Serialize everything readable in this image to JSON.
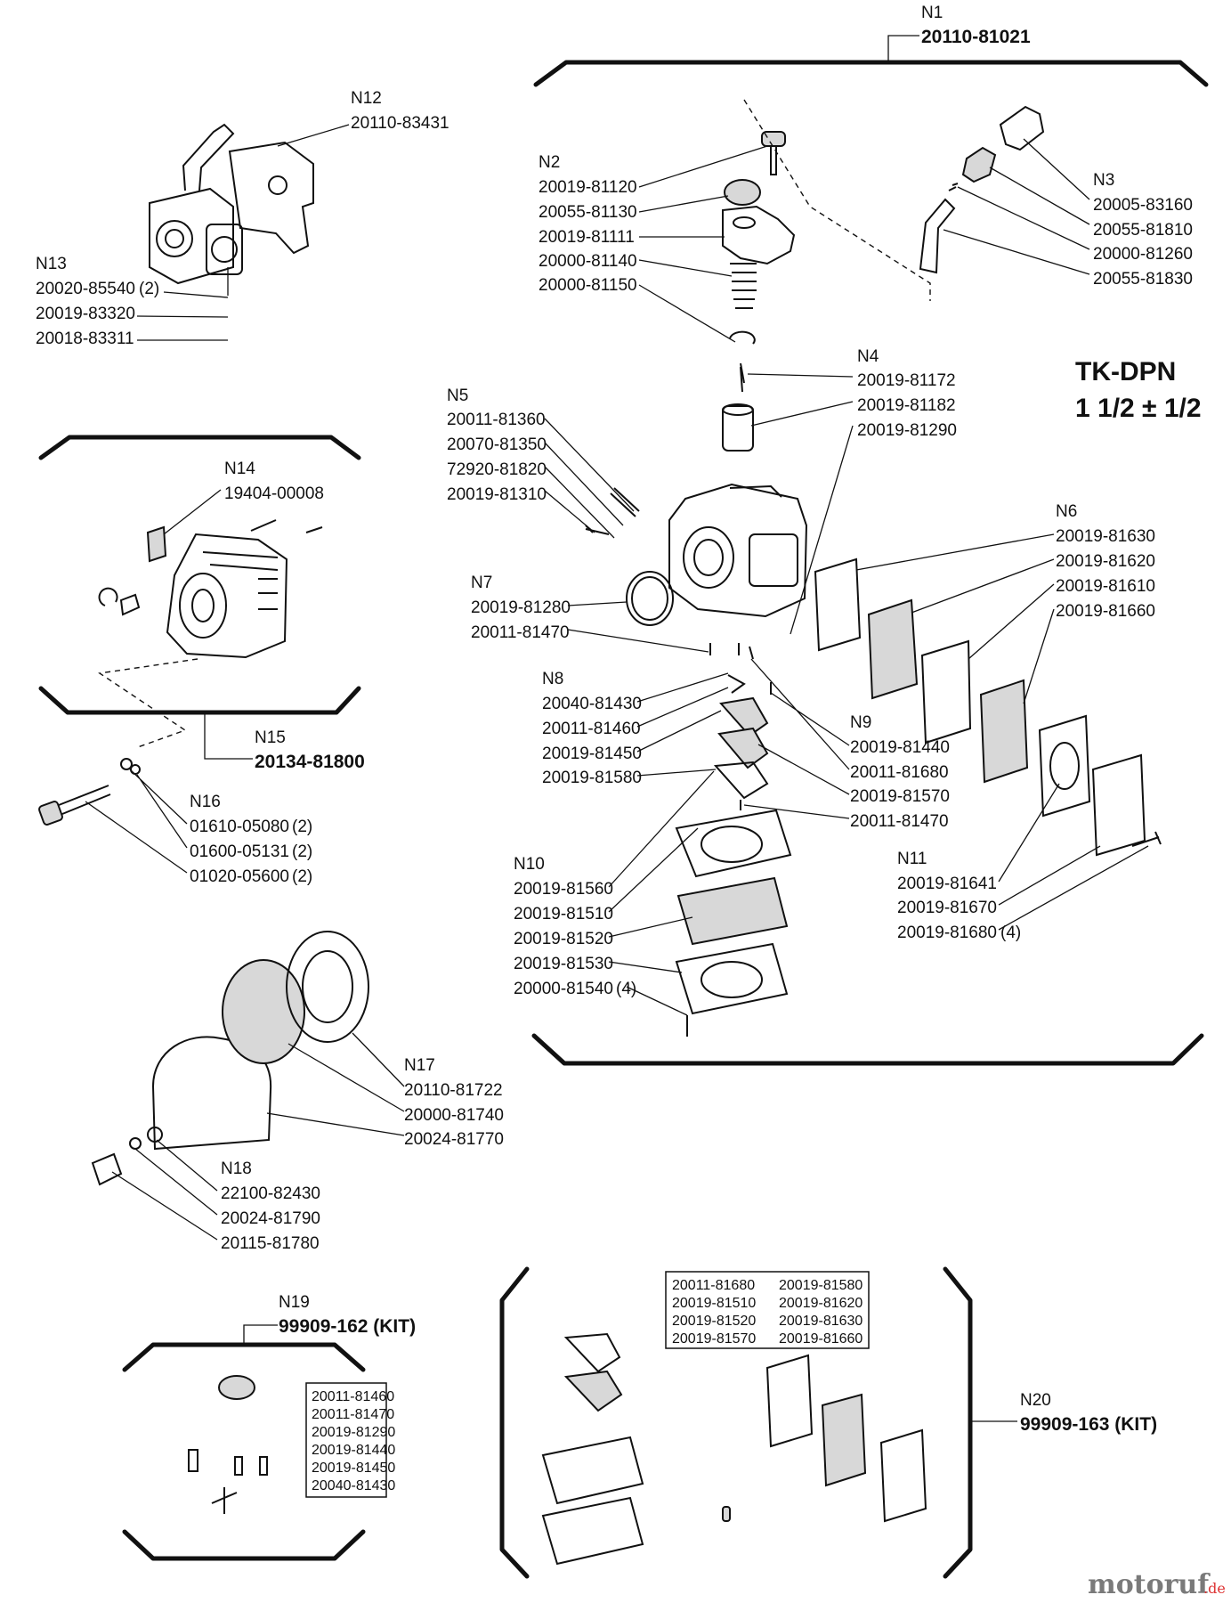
{
  "model": {
    "line1": "TK-DPN",
    "line2": "1 1/2 ± 1/2"
  },
  "watermark": {
    "text": "motoruf",
    "suffix": ".de"
  },
  "groups": {
    "N1": {
      "tag": "N1",
      "parts": [
        "20110-81021"
      ]
    },
    "N2": {
      "tag": "N2",
      "parts": [
        "20019-81120",
        "20055-81130",
        "20019-81111",
        "20000-81140",
        "20000-81150"
      ]
    },
    "N3": {
      "tag": "N3",
      "parts": [
        "20005-83160",
        "20055-81810",
        "20000-81260",
        "20055-81830"
      ]
    },
    "N4": {
      "tag": "N4",
      "parts": [
        "20019-81172",
        "20019-81182",
        "20019-81290"
      ]
    },
    "N5": {
      "tag": "N5",
      "parts": [
        "20011-81360",
        "20070-81350",
        "72920-81820",
        "20019-81310"
      ]
    },
    "N6": {
      "tag": "N6",
      "parts": [
        "20019-81630",
        "20019-81620",
        "20019-81610",
        "20019-81660"
      ]
    },
    "N7": {
      "tag": "N7",
      "parts": [
        "20019-81280",
        "20011-81470"
      ]
    },
    "N8": {
      "tag": "N8",
      "parts": [
        "20040-81430",
        "20011-81460",
        "20019-81450",
        "20019-81580"
      ]
    },
    "N9": {
      "tag": "N9",
      "parts": [
        "20019-81440",
        "20011-81680",
        "20019-81570",
        "20011-81470"
      ]
    },
    "N10": {
      "tag": "N10",
      "parts": [
        "20019-81560",
        "20019-81510",
        "20019-81520",
        "20019-81530",
        "20000-81540"
      ],
      "qty": [
        "",
        "",
        "",
        "",
        "(4)"
      ]
    },
    "N11": {
      "tag": "N11",
      "parts": [
        "20019-81641",
        "20019-81670",
        "20019-81680"
      ],
      "qty": [
        "",
        "",
        "(4)"
      ]
    },
    "N12": {
      "tag": "N12",
      "parts": [
        "20110-83431"
      ]
    },
    "N13": {
      "tag": "N13",
      "parts": [
        "20020-85540",
        "20019-83320",
        "20018-83311"
      ],
      "qty": [
        "(2)",
        "",
        ""
      ]
    },
    "N14": {
      "tag": "N14",
      "parts": [
        "19404-00008"
      ]
    },
    "N15": {
      "tag": "N15",
      "parts": [
        "20134-81800"
      ]
    },
    "N16": {
      "tag": "N16",
      "parts": [
        "01610-05080",
        "01600-05131",
        "01020-05600"
      ],
      "qty": [
        "(2)",
        "(2)",
        "(2)"
      ]
    },
    "N17": {
      "tag": "N17",
      "parts": [
        "20110-81722",
        "20000-81740",
        "20024-81770"
      ]
    },
    "N18": {
      "tag": "N18",
      "parts": [
        "22100-82430",
        "20024-81790",
        "20115-81780"
      ]
    },
    "N19": {
      "tag": "N19",
      "parts": [
        "99909-162 (KIT)"
      ]
    },
    "N20": {
      "tag": "N20",
      "parts": [
        "99909-163 (KIT)"
      ]
    }
  },
  "kits": {
    "n19_box": [
      "20011-81460",
      "20011-81470",
      "20019-81290",
      "20019-81440",
      "20019-81450",
      "20040-81430"
    ],
    "n20_box": [
      "20011-81680",
      "20019-81580",
      "20019-81510",
      "20019-81620",
      "20019-81520",
      "20019-81630",
      "20019-81570",
      "20019-81660"
    ]
  }
}
